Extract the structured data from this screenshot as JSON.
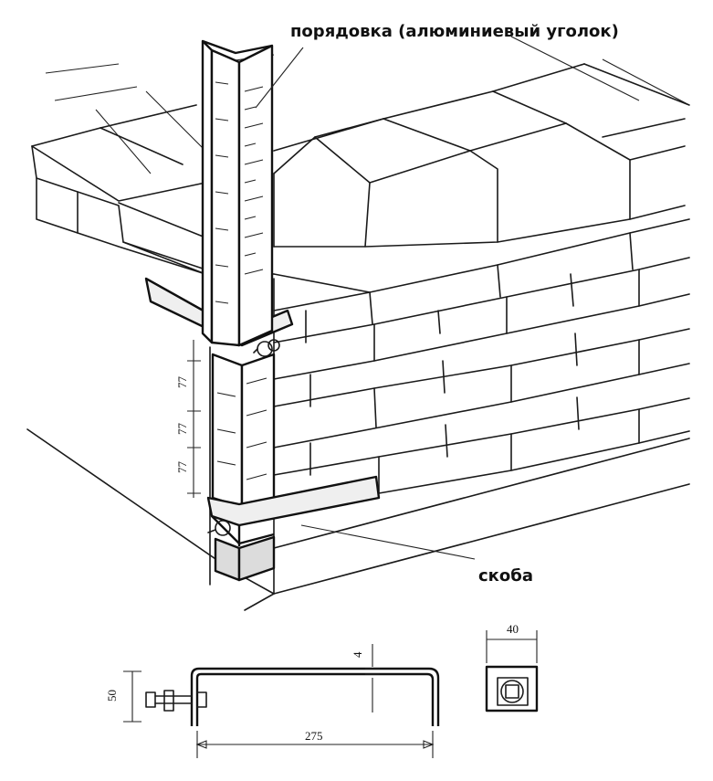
{
  "labels": {
    "poryadovka": "порядовка (алюминиевый уголок)",
    "skoba": "скоба"
  },
  "dimensions": {
    "course_1": "77",
    "course_2": "77",
    "course_3": "77",
    "bracket_height": "50",
    "bracket_thickness": "4",
    "bracket_length": "275",
    "section_width": "40"
  }
}
